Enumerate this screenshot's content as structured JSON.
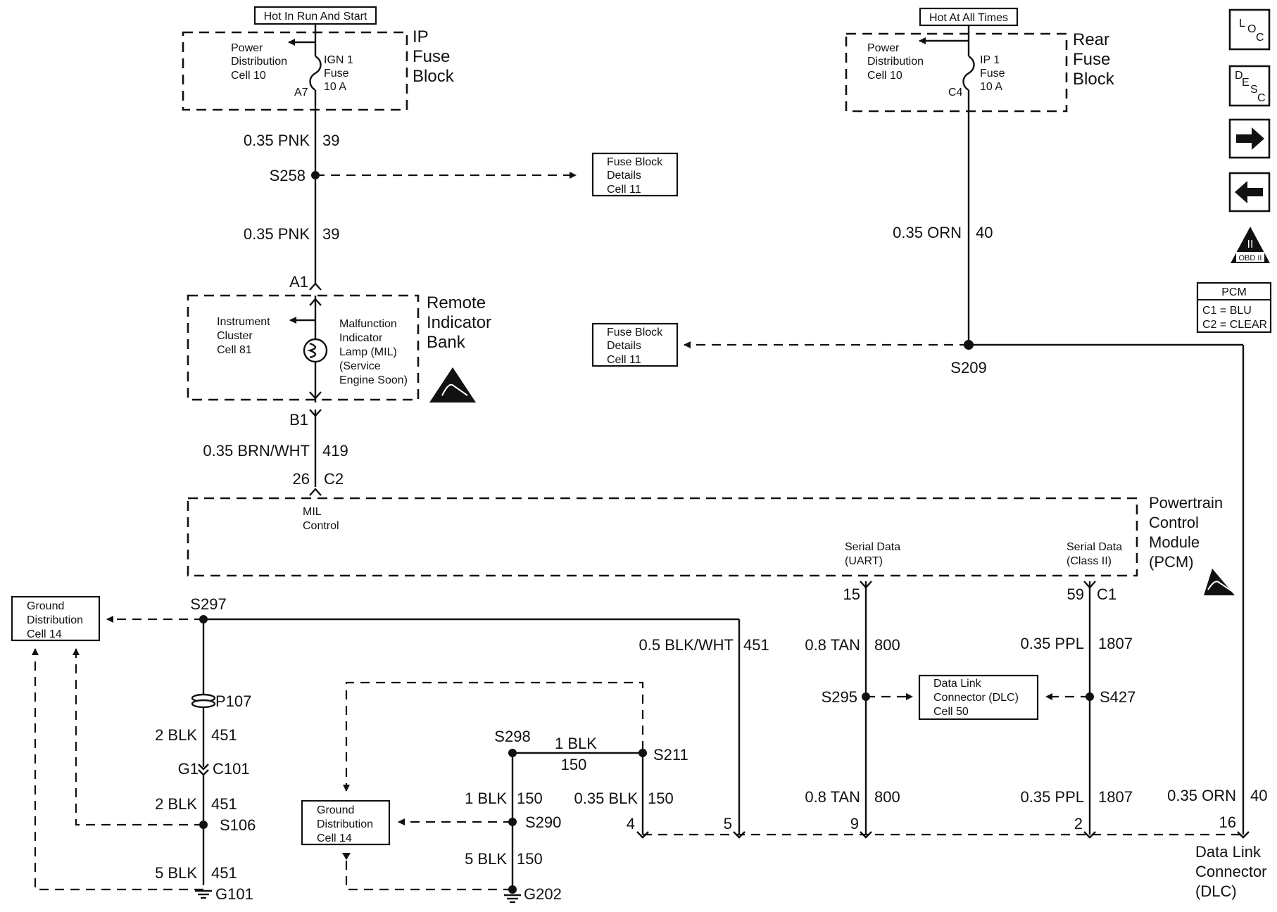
{
  "headers": {
    "hot_run_start": "Hot In Run And Start",
    "hot_all_times": "Hot At All Times"
  },
  "ip_fuse_block": {
    "title": [
      "IP",
      "Fuse",
      "Block"
    ],
    "power_dist": [
      "Power",
      "Distribution",
      "Cell 10"
    ],
    "fuse": [
      "IGN 1",
      "Fuse",
      "10 A"
    ],
    "terminal": "A7"
  },
  "rear_fuse_block": {
    "title": [
      "Rear",
      "Fuse",
      "Block"
    ],
    "power_dist": [
      "Power",
      "Distribution",
      "Cell 10"
    ],
    "fuse": [
      "IP 1",
      "Fuse",
      "10 A"
    ],
    "terminal": "C4"
  },
  "wires": {
    "pnk_a": "0.35 PNK",
    "pnk_a_ckt": "39",
    "pnk_b": "0.35 PNK",
    "pnk_b_ckt": "39",
    "orn_a": "0.35 ORN",
    "orn_a_ckt": "40",
    "brn": "0.35 BRN/WHT",
    "brn_ckt": "419",
    "blkwht": "0.5 BLK/WHT",
    "blkwht_ckt": "451",
    "tan_a": "0.8 TAN",
    "tan_a_ckt": "800",
    "tan_b": "0.8 TAN",
    "tan_b_ckt": "800",
    "ppl_a": "0.35 PPL",
    "ppl_a_ckt": "1807",
    "ppl_b": "0.35 PPL",
    "ppl_b_ckt": "1807",
    "orn_b": "0.35 ORN",
    "orn_b_ckt": "40",
    "blk2a": "2 BLK",
    "blk2a_ckt": "451",
    "blk2b": "2 BLK",
    "blk2b_ckt": "451",
    "blk5a": "5 BLK",
    "blk5a_ckt": "451",
    "blk1h": "1 BLK",
    "blk1h_ckt": "150",
    "blk1v": "1 BLK",
    "blk1v_ckt": "150",
    "blk035": "0.35 BLK",
    "blk035_ckt": "150",
    "blk5b": "5 BLK",
    "blk5b_ckt": "150"
  },
  "splices": {
    "s258": "S258",
    "s209": "S209",
    "s297": "S297",
    "s106": "S106",
    "s298": "S298",
    "s211": "S211",
    "s290": "S290",
    "s295": "S295",
    "s427": "S427"
  },
  "grounds": {
    "g101": "G101",
    "g202": "G202"
  },
  "connectors": {
    "a1": "A1",
    "b1": "B1",
    "c2_pin": "26",
    "c2": "C2",
    "p107": "P107",
    "g1": "G1",
    "c101": "C101",
    "pin15": "15",
    "pin59": "59",
    "c1": "C1",
    "dlc_pins": [
      "4",
      "5",
      "9",
      "2",
      "16"
    ]
  },
  "fuse_details_1": [
    "Fuse Block",
    "Details",
    "Cell 11"
  ],
  "fuse_details_2": [
    "Fuse Block",
    "Details",
    "Cell 11"
  ],
  "remote_indicator": {
    "title": [
      "Remote",
      "Indicator",
      "Bank"
    ],
    "cluster": [
      "Instrument",
      "Cluster",
      "Cell 81"
    ],
    "mil": [
      "Malfunction",
      "Indicator",
      "Lamp (MIL)",
      "(Service",
      "Engine Soon)"
    ]
  },
  "pcm": {
    "title": [
      "Powertrain",
      "Control",
      "Module",
      "(PCM)"
    ],
    "mil_control": [
      "MIL",
      "Control"
    ],
    "serial_uart": [
      "Serial Data",
      "(UART)"
    ],
    "serial_class2": [
      "Serial Data",
      "(Class II)"
    ]
  },
  "ground_dist_1": [
    "Ground",
    "Distribution",
    "Cell 14"
  ],
  "ground_dist_2": [
    "Ground",
    "Distribution",
    "Cell 14"
  ],
  "dlc_box": [
    "Data Link",
    "Connector (DLC)",
    "Cell 50"
  ],
  "dlc_label": [
    "Data Link",
    "Connector",
    "(DLC)"
  ],
  "legend": {
    "title": "PCM",
    "lines": [
      "C1 = BLU",
      "C2 = CLEAR"
    ]
  },
  "nav": {
    "loc": [
      "L",
      "O",
      "C"
    ],
    "desc": [
      "D",
      "E",
      "S",
      "C"
    ],
    "forward_icon": "right-arrow-icon",
    "back_icon": "left-arrow-icon",
    "obd": "OBD II",
    "obd_mark": "II"
  }
}
